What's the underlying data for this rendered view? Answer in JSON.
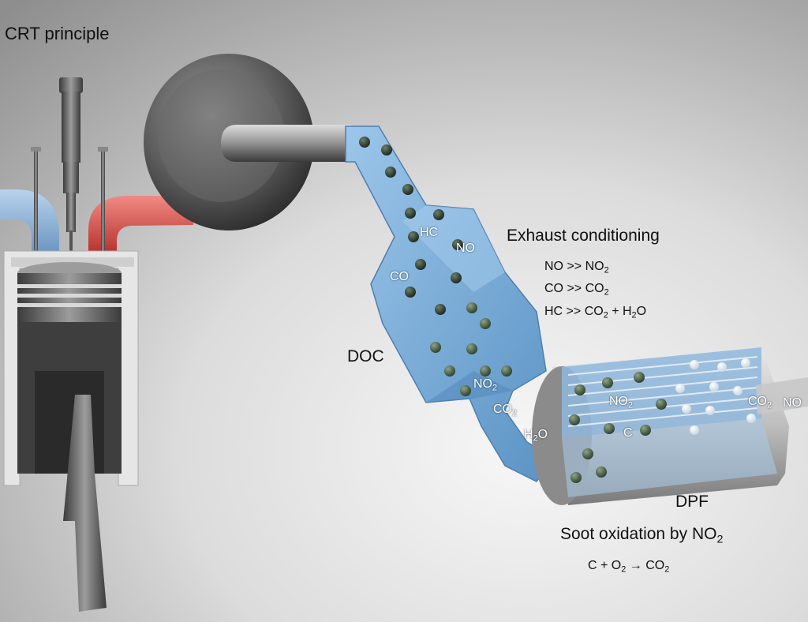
{
  "title": "CRT principle",
  "labels": {
    "doc": "DOC",
    "dpf": "DPF",
    "exhaust_conditioning": "Exhaust conditioning",
    "soot_oxidation": "Soot oxidation by NO",
    "soot_oxidation_sub": "2"
  },
  "doc_reactions": {
    "r1": {
      "a": "NO >> NO",
      "a_sub": "2"
    },
    "r2": {
      "a": "CO >> CO",
      "a_sub": "2"
    },
    "r3": {
      "a": "HC >> CO",
      "a_sub": "2",
      "b": " + H",
      "b_sub": "2",
      "c": "O"
    }
  },
  "dpf_reaction": {
    "a": "C + O",
    "a_sub": "2",
    "b": " → CO",
    "b_sub": "2"
  },
  "doc_gases": {
    "hc": "HC",
    "no": "NO",
    "co": "CO",
    "no2": "NO",
    "no2_sub": "2",
    "co2": "CO",
    "co2_sub": "2",
    "h2o_a": "H",
    "h2o_sub": "2",
    "h2o_b": "O"
  },
  "dpf_gases": {
    "no2": "NO",
    "no2_sub": "2",
    "c": "C",
    "co2": "CO",
    "co2_sub": "2",
    "no_out": "NO"
  },
  "colors": {
    "background_light": "#f4f4f4",
    "background_dark": "#8a8a8a",
    "catalyst_blue": "#7fb2dc",
    "intake_blue": "#8fb4d6",
    "exhaust_red": "#d9534f",
    "metal": "#7a7a7a",
    "soot_green": "#4f6b4a"
  }
}
